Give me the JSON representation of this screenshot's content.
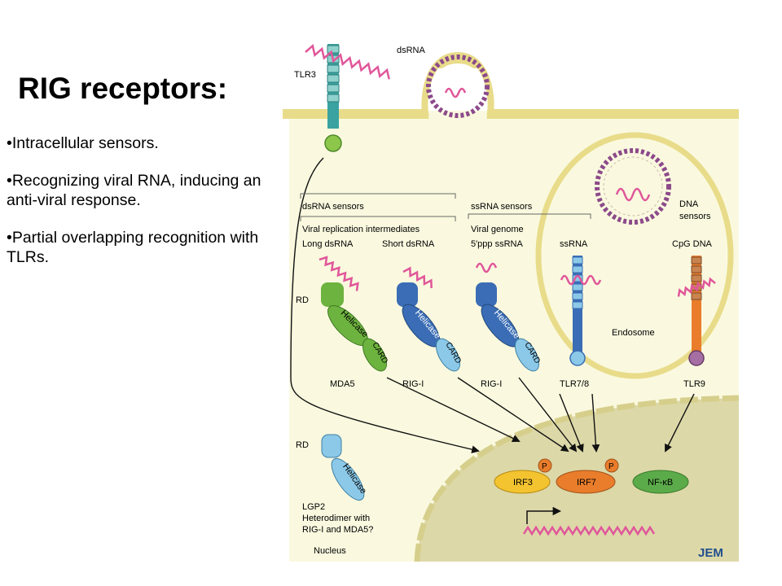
{
  "slide": {
    "title": "RIG receptors:",
    "bullets": [
      "•Intracellular sensors.",
      "•Recognizing viral RNA, inducing an anti-viral response.",
      "•Partial overlapping recognition with TLRs."
    ]
  },
  "diagram": {
    "labels": {
      "dsrna": "dsRNA",
      "tlr3": "TLR3",
      "dsrna_sensors": "dsRNA sensors",
      "ssrna_sensors": "ssRNA sensors",
      "viral_replication": "Viral replication intermediates",
      "long_dsrna": "Long dsRNA",
      "short_dsrna": "Short dsRNA",
      "viral_genome": "Viral genome",
      "ppp_ssrna": "5′ppp ssRNA",
      "ssrna": "ssRNA",
      "dna_sensors_1": "DNA",
      "dna_sensors_2": "sensors",
      "cpg_dna": "CpG DNA",
      "endosome": "Endosome",
      "rd_1": "RD",
      "rd_2": "RD",
      "helicase": "Helicase",
      "card": "CARD",
      "mda5": "MDA5",
      "rigi_1": "RIG-I",
      "rigi_2": "RIG-I",
      "tlr78": "TLR7/8",
      "tlr9": "TLR9",
      "lgp2": "LGP2",
      "heterodimer_1": "Heterodimer with",
      "heterodimer_2": "RIG-I and MDA5?",
      "irf3": "IRF3",
      "irf7": "IRF7",
      "nfkb": "NF-κB",
      "p": "P",
      "nucleus": "Nucleus",
      "jem": "JEM"
    },
    "colors": {
      "membrane": "#e8dc8a",
      "cytoplasm": "#faf9df",
      "nucleus": "#ddd8a8",
      "rna": "#e0569a",
      "mda5_green": "#6db33f",
      "rigi_blue": "#3a6db5",
      "lgp2_light_blue": "#8cc9e8",
      "tlr_teal": "#3aa2a0",
      "irf3_yellow": "#f4c430",
      "irf7_orange": "#e97d2b",
      "nfkb_green": "#5cab4a"
    }
  }
}
